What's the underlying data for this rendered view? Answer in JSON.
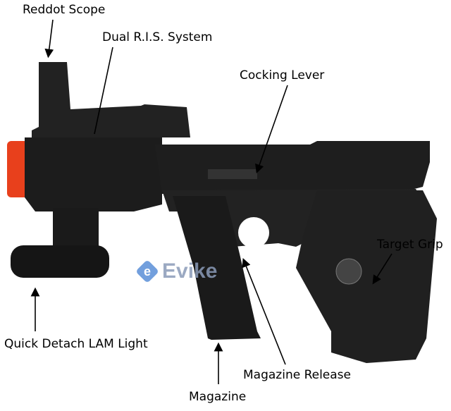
{
  "labels": {
    "reddot_scope": "Reddot Scope",
    "dual_ris": "Dual R.I.S. System",
    "cocking_lever": "Cocking Lever",
    "target_grip": "Target Grip",
    "lam_light": "Quick Detach LAM Light",
    "magazine_release": "Magazine Release",
    "magazine": "Magazine"
  },
  "watermark": {
    "text": "Evike",
    "color": "#5a8fd8"
  },
  "colors": {
    "gun": "#1c1c1c",
    "tip": "#e8401c"
  }
}
